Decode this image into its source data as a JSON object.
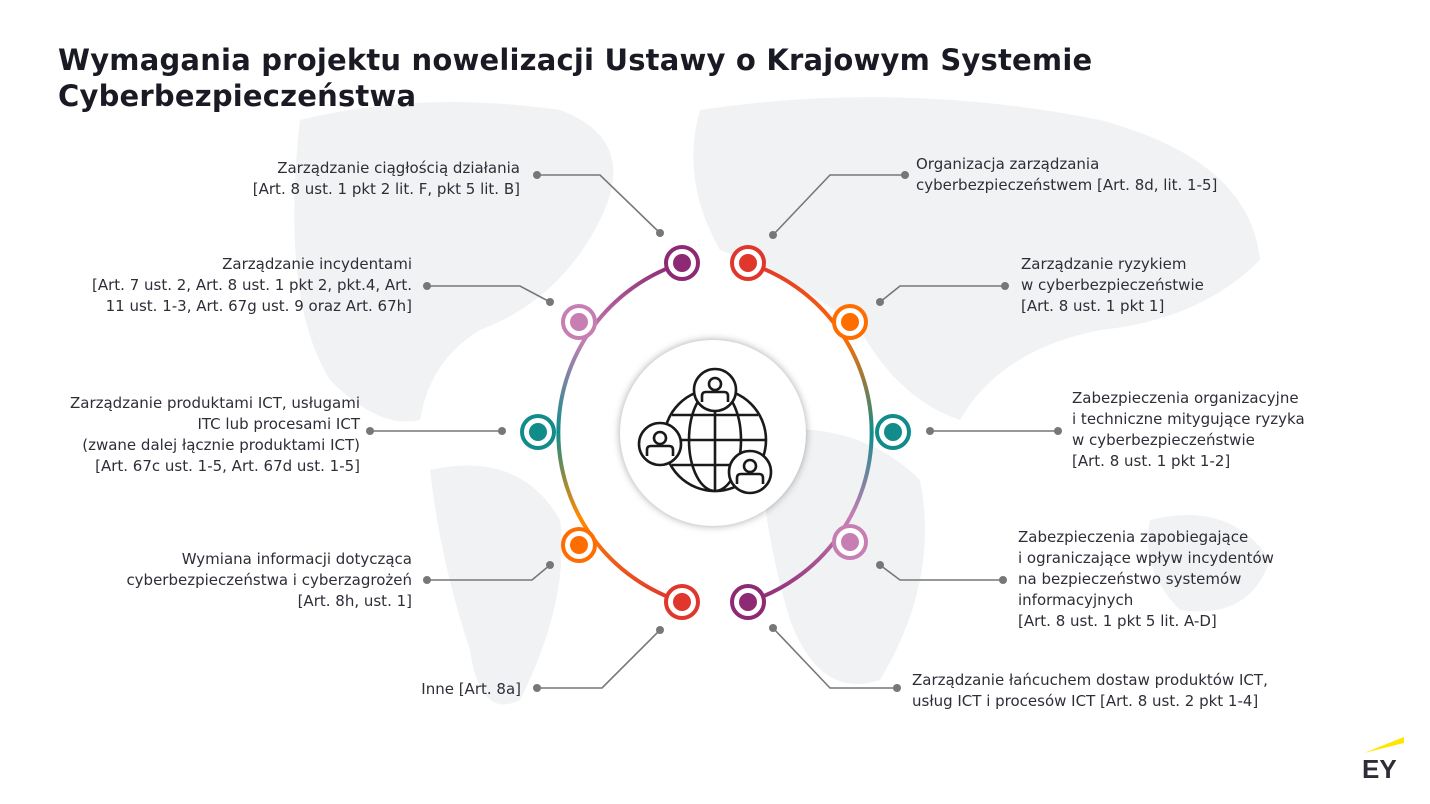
{
  "title": "Wymagania projektu nowelizacji Ustawy o Krajowym Systemie Cyberbezpieczeństwa",
  "colors": {
    "purple": "#8d2a73",
    "pink": "#c77fb3",
    "teal": "#118c8b",
    "orange": "#ff6d00",
    "red": "#e0362c",
    "connector": "#777777",
    "logo_yellow": "#ffe600"
  },
  "center_icon": "globe-with-users-icon",
  "left_items": [
    {
      "text": "Zarządzanie ciągłością działania\n[Art. 8 ust. 1 pkt 2 lit. F, pkt 5 lit. B]"
    },
    {
      "text": "Zarządzanie incydentami\n[Art. 7 ust. 2, Art. 8 ust. 1 pkt 2, pkt.4, Art.\n11 ust. 1-3, Art. 67g ust. 9 oraz Art. 67h]"
    },
    {
      "text": "Zarządzanie produktami ICT, usługami\nITC lub procesami ICT\n(zwane dalej łącznie produktami ICT)\n[Art. 67c ust. 1-5, Art. 67d ust. 1-5]"
    },
    {
      "text": "Wymiana informacji dotycząca\ncyberbezpieczeństwa i cyberzagrożeń\n[Art. 8h, ust. 1]"
    },
    {
      "text": "Inne [Art. 8a]"
    }
  ],
  "right_items": [
    {
      "text": "Organizacja zarządzania\ncyberbezpieczeństwem [Art. 8d, lit. 1-5]"
    },
    {
      "text": "Zarządzanie ryzykiem\nw cyberbezpieczeństwie\n[Art. 8 ust. 1 pkt 1]"
    },
    {
      "text": "Zabezpieczenia organizacyjne\ni techniczne mitygujące ryzyka\nw cyberbezpieczeństwie\n[Art. 8 ust. 1 pkt 1-2]"
    },
    {
      "text": "Zabezpieczenia zapobiegające\ni ograniczające wpływ incydentów\nna bezpieczeństwo systemów\ninformacyjnych\n[Art. 8 ust. 1 pkt 5 lit. A-D]"
    },
    {
      "text": "Zarządzanie łańcuchem dostaw produktów ICT,\nusług ICT i procesów ICT [Art. 8 ust. 2 pkt 1-4]"
    }
  ],
  "logo": "EY"
}
